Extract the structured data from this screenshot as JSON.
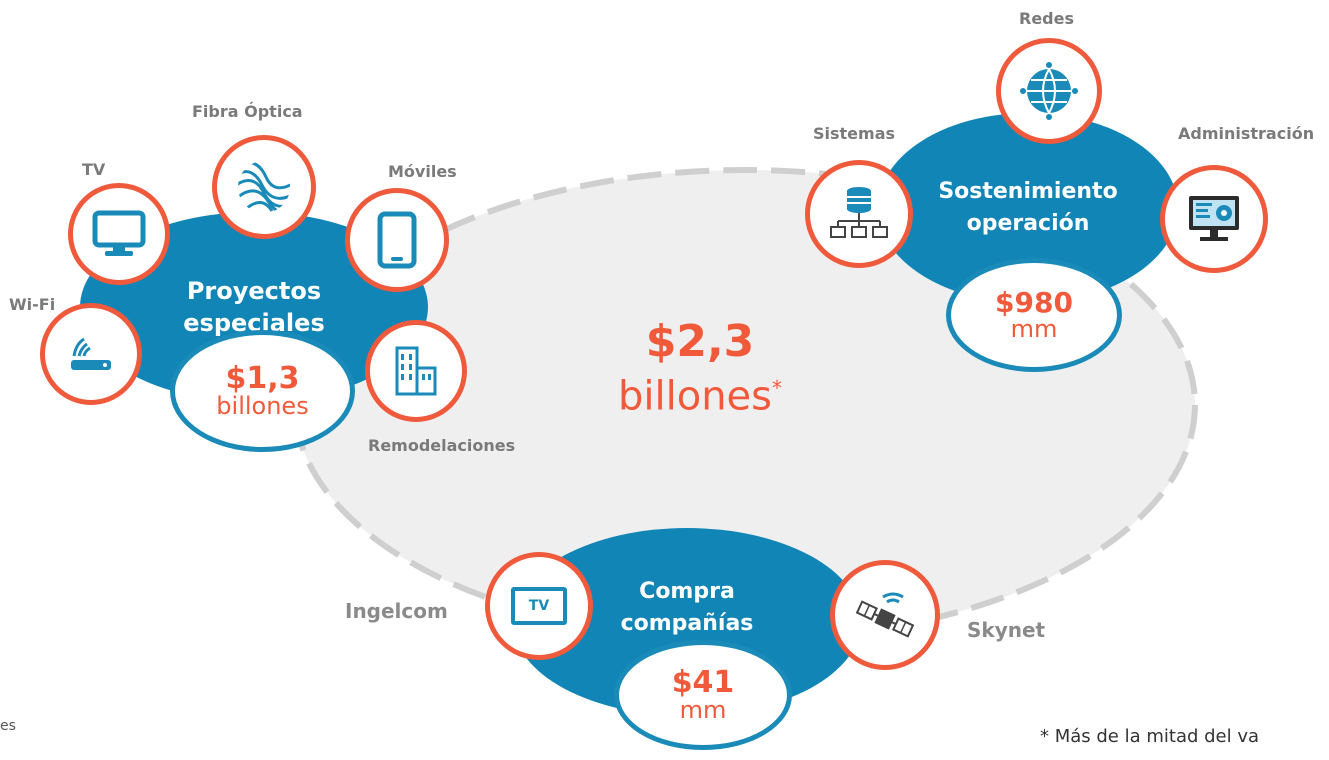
{
  "center": {
    "amount": "$2,3",
    "unit": "billones",
    "asterisk": "*"
  },
  "groups": {
    "proyectos": {
      "title_l1": "Proyectos",
      "title_l2": "especiales",
      "amount": "$1,3",
      "unit": "billones",
      "items": [
        "Wi-Fi",
        "TV",
        "Fibra Óptica",
        "Móviles",
        "Remodelaciones"
      ]
    },
    "sostenimiento": {
      "title_l1": "Sostenimiento",
      "title_l2": "operación",
      "amount": "$980",
      "unit": "mm",
      "items": [
        "Sistemas",
        "Redes",
        "Administración"
      ]
    },
    "compra": {
      "title_l1": "Compra",
      "title_l2": "compañías",
      "amount": "$41",
      "unit": "mm",
      "items": [
        "Ingelcom",
        "Skynet"
      ],
      "tv_icon_text": "TV"
    }
  },
  "footnote_left": "es",
  "footnote_right": "* Más de la mitad del va",
  "colors": {
    "blue": "#1186b6",
    "orange": "#ef5a3c",
    "grey_fill": "#efefef",
    "dash": "#cfcfcf"
  }
}
